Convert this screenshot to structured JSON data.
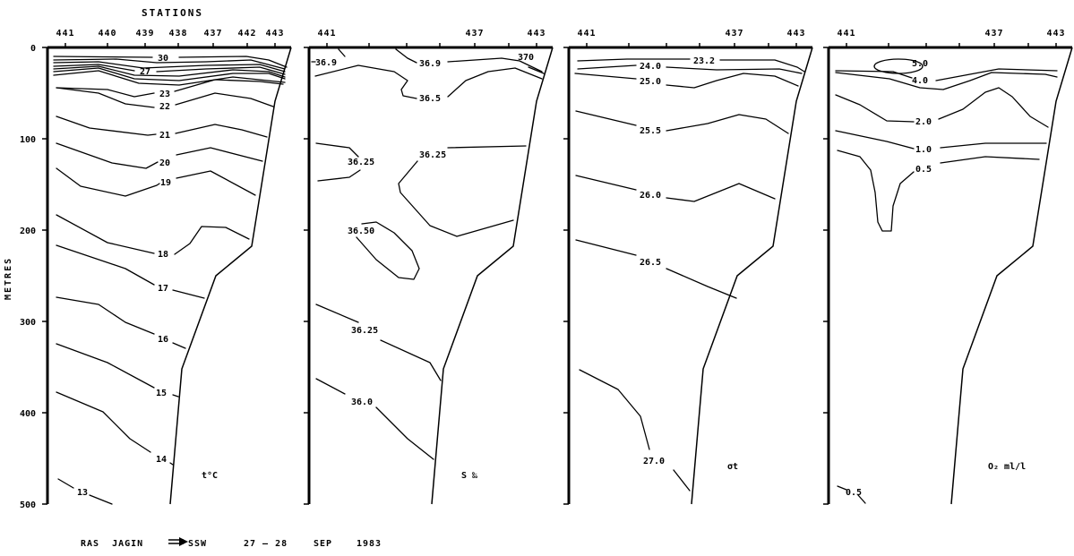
{
  "chart_data": {
    "type": "contour",
    "title": "STATIONS",
    "ylabel": "METRES",
    "yticks": [
      "0",
      "100",
      "200",
      "300",
      "400",
      "500"
    ],
    "ylim": [
      0,
      500
    ],
    "y_inverted": true,
    "caption": {
      "place": "RAS  JAGIN",
      "direction": "SSW",
      "dates": "27 — 28",
      "month": "SEP",
      "year": "1983"
    },
    "panels": [
      {
        "variable": "t°C",
        "stations": [
          "441",
          "440",
          "439",
          "438",
          "437",
          "442",
          "443"
        ],
        "contour_labels": [
          "30",
          "27",
          "23",
          "22",
          "21",
          "20",
          "19",
          "18",
          "17",
          "16",
          "15",
          "14",
          "13"
        ]
      },
      {
        "variable": "S ‰",
        "stations": [
          "441",
          "437",
          "443"
        ],
        "contour_labels": [
          "36.9",
          "36.9",
          "370",
          "36.5",
          "36.25",
          "36.25",
          "36.50",
          "36.25",
          "36.0"
        ]
      },
      {
        "variable": "σt",
        "stations": [
          "441",
          "437",
          "443"
        ],
        "contour_labels": [
          "23.2",
          "24.0",
          "25.0",
          "25.5",
          "26.0",
          "26.5",
          "27.0"
        ]
      },
      {
        "variable": "O₂ ml/l",
        "stations": [
          "441",
          "437",
          "443"
        ],
        "contour_labels": [
          "5.0",
          "4.0",
          "2.0",
          "1.0",
          "0.5",
          "0.5"
        ]
      }
    ]
  }
}
